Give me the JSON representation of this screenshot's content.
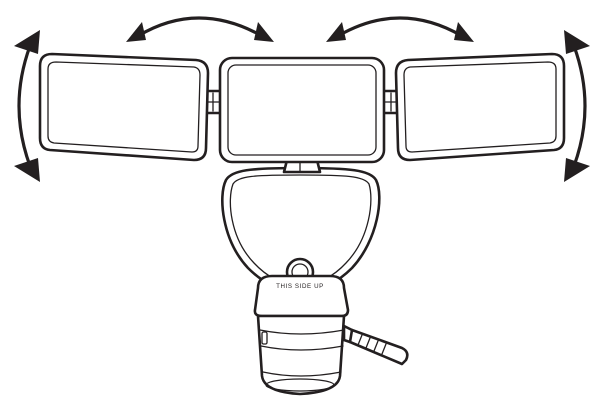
{
  "figure": {
    "sensor_label": "THIS SIDE UP",
    "ink_color": "#231f20",
    "background_color": "#ffffff"
  },
  "arrows": [
    {
      "name": "left-panel-swivel-arrow",
      "motion": "horizontal-swivel"
    },
    {
      "name": "right-panel-swivel-arrow",
      "motion": "horizontal-swivel"
    },
    {
      "name": "left-panel-tilt-arrow",
      "motion": "vertical-tilt"
    },
    {
      "name": "right-panel-tilt-arrow",
      "motion": "vertical-tilt"
    }
  ]
}
